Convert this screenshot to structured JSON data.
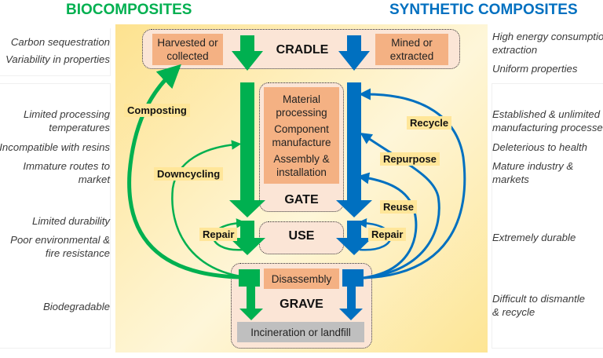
{
  "headers": {
    "bio": "BIOCOMPOSITES",
    "synthetic": "SYNTHETIC COMPOSITES"
  },
  "colors": {
    "bio": "#00b050",
    "synthetic": "#0070c0",
    "orange_box": "#f4b183",
    "stage_box": "#fbe5d6",
    "tag": "#ffe699",
    "landfill": "#bfbfbf"
  },
  "bio_notes": {
    "cradle": [
      "Carbon sequestration",
      "Variability in properties"
    ],
    "gate": [
      "Limited processing temperatures",
      "Incompatible with resins",
      "Immature routes to market"
    ],
    "use": [
      "Limited durability",
      "Poor environmental & fire resistance"
    ],
    "grave": [
      "Biodegradable"
    ]
  },
  "synthetic_notes": {
    "cradle": [
      "High energy consumption at extraction",
      "Uniform properties"
    ],
    "gate": [
      "Established & unlimited manufacturing processes",
      "Deleterious to health",
      "Mature industry & markets"
    ],
    "use": [
      "Extremely durable"
    ],
    "grave": [
      "Difficult to dismantle & recycle"
    ]
  },
  "stages": {
    "cradle": {
      "label": "CRADLE",
      "bio_source": "Harvested or collected",
      "synthetic_source": "Mined or extracted"
    },
    "gate": {
      "label": "GATE",
      "steps": [
        "Material processing",
        "Component manufacture",
        "Assembly & installation"
      ]
    },
    "use": {
      "label": "USE"
    },
    "grave": {
      "label": "GRAVE",
      "disassembly": "Disassembly",
      "end": "Incineration or landfill"
    }
  },
  "loops": {
    "bio": [
      "Composting",
      "Downcycling",
      "Repair"
    ],
    "synthetic": [
      "Recycle",
      "Repurpose",
      "Reuse",
      "Repair"
    ]
  }
}
